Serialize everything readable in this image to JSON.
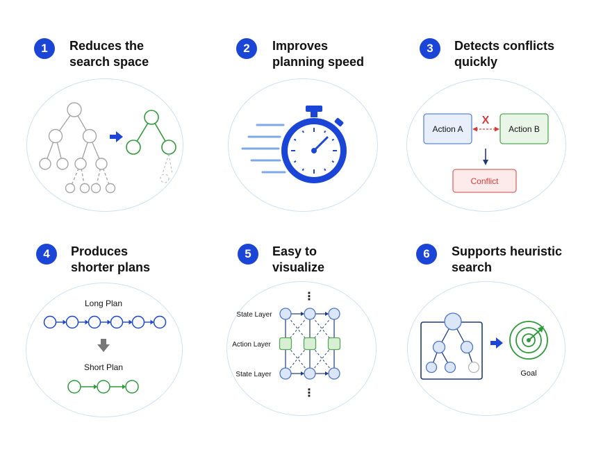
{
  "cards": [
    {
      "num": "1",
      "title_line1": "Reduces the",
      "title_line2": "search space"
    },
    {
      "num": "2",
      "title_line1": "Improves",
      "title_line2": "planning speed"
    },
    {
      "num": "3",
      "title_line1": "Detects conflicts",
      "title_line2": "quickly"
    },
    {
      "num": "4",
      "title_line1": "Produces",
      "title_line2": "shorter plans"
    },
    {
      "num": "5",
      "title_line1": "Easy to",
      "title_line2": "visualize"
    },
    {
      "num": "6",
      "title_line1": "Supports heuristic",
      "title_line2": "search"
    }
  ],
  "conflict": {
    "action_a": "Action A",
    "action_b": "Action B",
    "x_mark": "X",
    "conflict": "Conflict"
  },
  "plans": {
    "long": "Long Plan",
    "short": "Short Plan"
  },
  "layers": {
    "state_top": "State Layer",
    "action": "Action Layer",
    "state_bottom": "State Layer",
    "dots": "⋮"
  },
  "heuristic": {
    "goal": "Goal"
  },
  "colors": {
    "accent": "#1b45d6",
    "green": "#2e9a3a",
    "red": "#d93b3b",
    "grey": "#a8a8a8"
  }
}
